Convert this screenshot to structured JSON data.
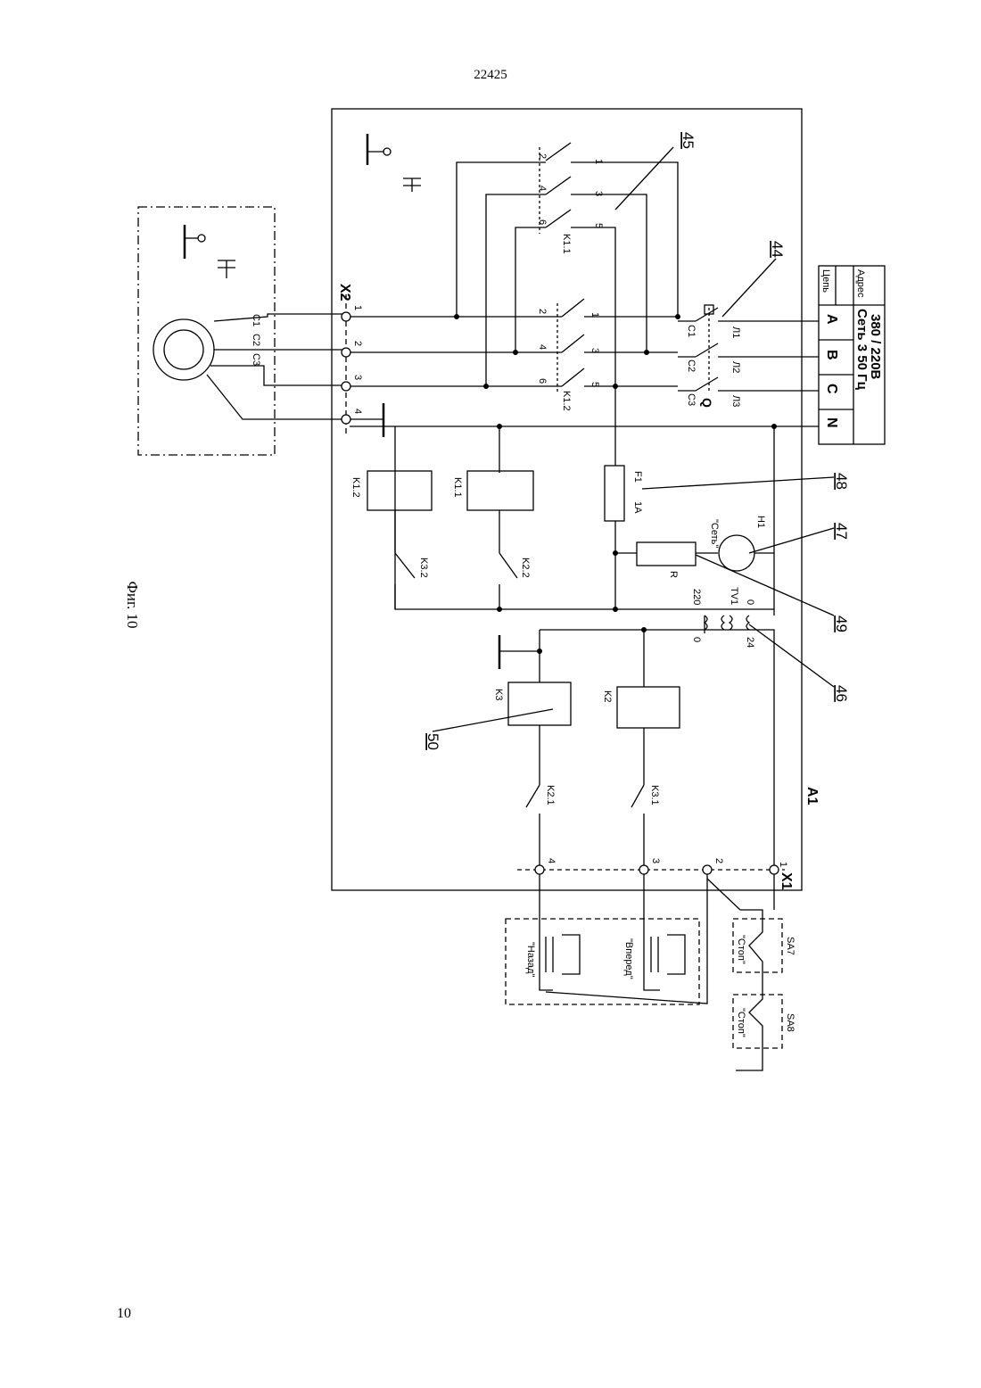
{
  "header": {
    "doc_number": "22425"
  },
  "page_number": "10",
  "figure_caption": "Фиг. 10",
  "callouts": [
    "45",
    "44",
    "48",
    "47",
    "49",
    "46",
    "50"
  ],
  "supply_table": {
    "col_headers": [
      "Адрес",
      "Цепь"
    ],
    "title_line1": "Сеть 3    50 Гц",
    "title_line2": "380 / 220В",
    "phases": [
      "A",
      "B",
      "C",
      "N"
    ]
  },
  "connectors": {
    "x2": "X2",
    "x2_pins": [
      "1",
      "2",
      "3",
      "4"
    ],
    "x1": "X1",
    "x1_pins": [
      "1",
      "2",
      "3",
      "4"
    ],
    "a1": "A1"
  },
  "motor_windings": [
    "C1",
    "C2",
    "C3"
  ],
  "contactor_k11": {
    "name": "K1.1",
    "contacts_top": [
      "1",
      "3",
      "5"
    ],
    "contacts_bottom": [
      "2",
      "4",
      "6"
    ]
  },
  "contactor_k12": {
    "name": "K1.2",
    "contacts_top": [
      "1",
      "3",
      "5"
    ],
    "contacts_bottom": [
      "2",
      "4",
      "6"
    ]
  },
  "switch_q": {
    "name": "Q",
    "inputs": [
      "C1",
      "C2",
      "C3"
    ],
    "outputs": [
      "Л1",
      "Л2",
      "Л3"
    ]
  },
  "coils": {
    "k12": "K1.2",
    "k11": "K1.1",
    "k3": "K3",
    "k2": "K2",
    "contact_k32": "K3.2",
    "contact_k22": "K2.2",
    "contact_k21": "K2.1",
    "contact_k31": "K3.1"
  },
  "fuse": {
    "name": "F1",
    "rating": "1A"
  },
  "lamp": {
    "name": "H1",
    "label": "\"Сеть\""
  },
  "resistor": "R",
  "transformer": {
    "name": "TV1",
    "primary": "220",
    "primary_zero": "0",
    "secondary": "24",
    "secondary_zero": "0"
  },
  "buttons": {
    "back": "\"Назад\"",
    "forward": "\"Вперед\"",
    "stop1": "\"Стоп\"",
    "stop2": "\"Стоп\"",
    "sa7": "SA7",
    "sa8": "SA8"
  }
}
